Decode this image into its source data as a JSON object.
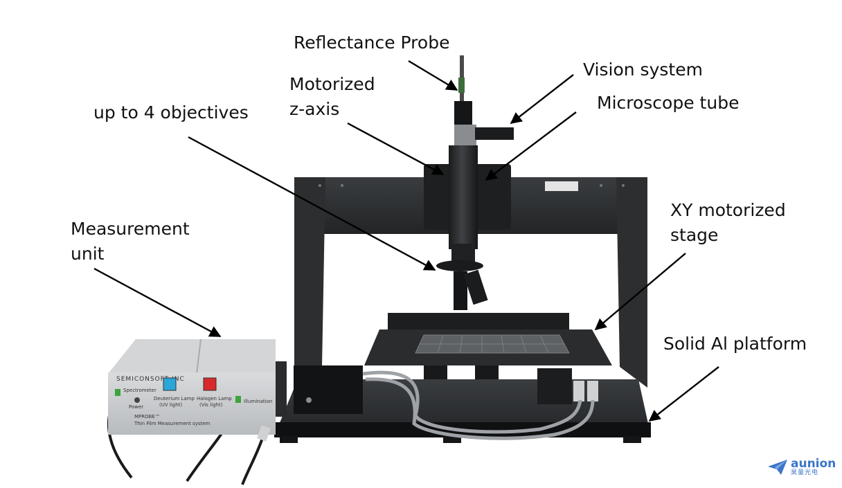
{
  "labels": [
    {
      "id": "reflectance-probe",
      "text": "Reflectance Probe"
    },
    {
      "id": "vision-system",
      "text": "Vision system"
    },
    {
      "id": "motorized-z-axis",
      "text": "Motorized\nz-axis"
    },
    {
      "id": "microscope-tube",
      "text": "Microscope tube"
    },
    {
      "id": "up-to-4-objectives",
      "text": "up to 4 objectives"
    },
    {
      "id": "xy-motorized-stage",
      "text": "XY motorized\nstage"
    },
    {
      "id": "measurement-unit",
      "text": "Measurement\nunit"
    },
    {
      "id": "solid-al-platform",
      "text": "Solid Al platform"
    }
  ],
  "device_panel": {
    "brand": "SEMICONSOFT INC",
    "spectrometer": "Spectrometer",
    "power": "Power",
    "deuterium": "Deuterium Lamp",
    "deuterium_sub": "(UV light)",
    "halogen": "Halogen Lamp",
    "halogen_sub": "(Vis light)",
    "illumination": "Illumination",
    "product": "MPROBE™",
    "product_sub": "Thin Film Measurement system"
  },
  "logo": {
    "name": "aunion",
    "sub": "昊量光电"
  },
  "colors": {
    "frame": "#2b2d2f",
    "platform": "#111213",
    "enclosure": "#c9cbcd",
    "cable": "#9ea2a6",
    "accent": "#3b76c8"
  }
}
